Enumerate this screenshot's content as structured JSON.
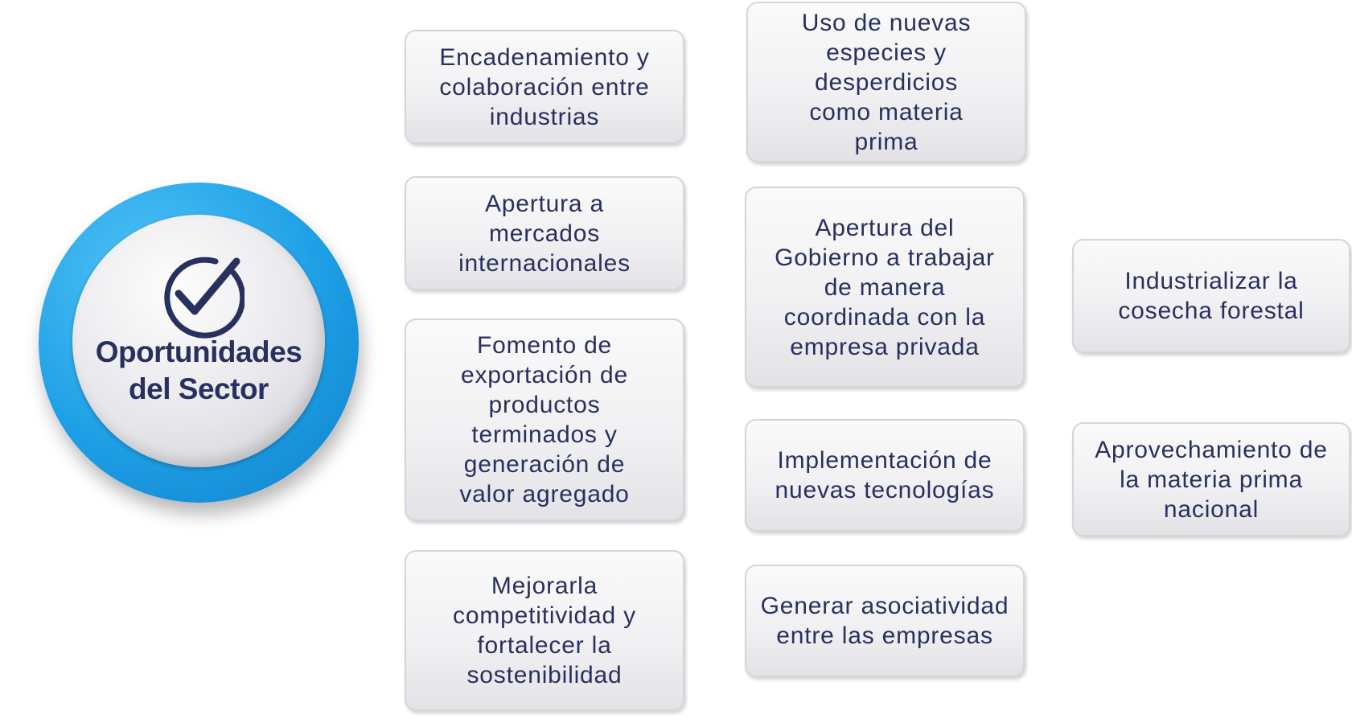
{
  "badge": {
    "title_line1": "Oportunidades",
    "title_line2": "del Sector",
    "icon": "checkmark-circle-icon",
    "ring_color": "#1e9fe6",
    "text_color": "#27305f"
  },
  "column1": [
    "Encadenamiento y colaboración entre industrias",
    "Apertura a mercados internacionales",
    "Fomento de exportación de productos terminados y generación de valor agregado",
    "Mejorarla competitividad y fortalecer la sostenibilidad"
  ],
  "column2": [
    "Uso de nuevas especies y desperdicios como materia prima",
    "Apertura del Gobierno a trabajar de manera coordinada con la empresa privada",
    "Implementación de nuevas tecnologías",
    "Generar asociatividad entre las empresas"
  ],
  "column3": [
    "Industrializar la cosecha forestal",
    "Aprovechamiento de la materia prima nacional"
  ]
}
